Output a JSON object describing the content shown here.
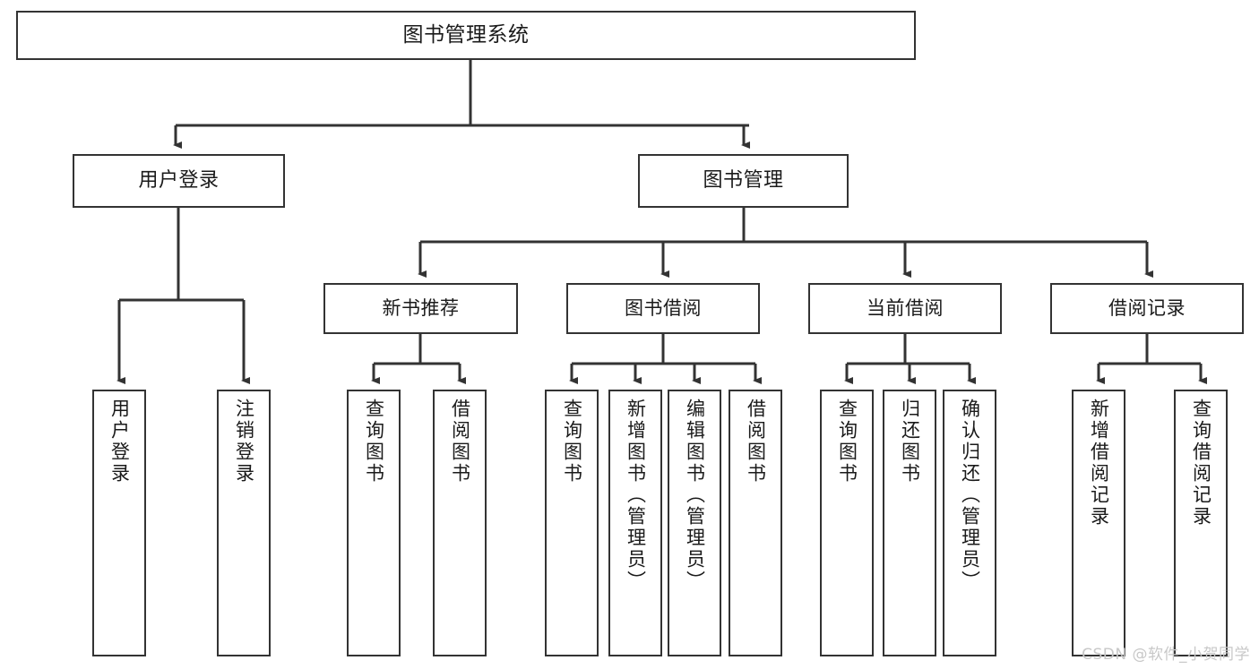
{
  "diagram": {
    "type": "tree-hierarchy",
    "title": "图书管理系统",
    "watermark": "CSDN @软件_小贺同学",
    "colors": {
      "stroke": "#333333",
      "box_fill": "#ffffff",
      "text": "#1a1a1a",
      "watermark": "#c8c8c8",
      "background": "#ffffff"
    },
    "root": {
      "id": "root",
      "label": "图书管理系统"
    },
    "level2": [
      {
        "id": "user-login",
        "label": "用户登录"
      },
      {
        "id": "book-manage",
        "label": "图书管理"
      }
    ],
    "level3": [
      {
        "id": "new-book-recommend",
        "label": "新书推荐",
        "parent": "book-manage"
      },
      {
        "id": "book-borrow",
        "label": "图书借阅",
        "parent": "book-manage"
      },
      {
        "id": "current-borrow",
        "label": "当前借阅",
        "parent": "book-manage"
      },
      {
        "id": "borrow-record",
        "label": "借阅记录",
        "parent": "book-manage"
      }
    ],
    "leaves": [
      {
        "id": "leaf-user-login",
        "label": "用户登录",
        "parent": "user-login"
      },
      {
        "id": "leaf-logout",
        "label": "注销登录",
        "parent": "user-login"
      },
      {
        "id": "leaf-query-book-1",
        "label": "查询图书",
        "parent": "new-book-recommend"
      },
      {
        "id": "leaf-borrow-book-1",
        "label": "借阅图书",
        "parent": "new-book-recommend"
      },
      {
        "id": "leaf-query-book-2",
        "label": "查询图书",
        "parent": "book-borrow"
      },
      {
        "id": "leaf-add-book",
        "label": "新增图书（管理员）",
        "parent": "book-borrow"
      },
      {
        "id": "leaf-edit-book",
        "label": "编辑图书（管理员）",
        "parent": "book-borrow"
      },
      {
        "id": "leaf-borrow-book-2",
        "label": "借阅图书",
        "parent": "book-borrow"
      },
      {
        "id": "leaf-query-book-3",
        "label": "查询图书",
        "parent": "current-borrow"
      },
      {
        "id": "leaf-return-book",
        "label": "归还图书",
        "parent": "current-borrow"
      },
      {
        "id": "leaf-confirm-return",
        "label": "确认归还（管理员）",
        "parent": "current-borrow"
      },
      {
        "id": "leaf-add-record",
        "label": "新增借阅记录",
        "parent": "borrow-record"
      },
      {
        "id": "leaf-query-record",
        "label": "查询借阅记录",
        "parent": "borrow-record"
      }
    ]
  }
}
